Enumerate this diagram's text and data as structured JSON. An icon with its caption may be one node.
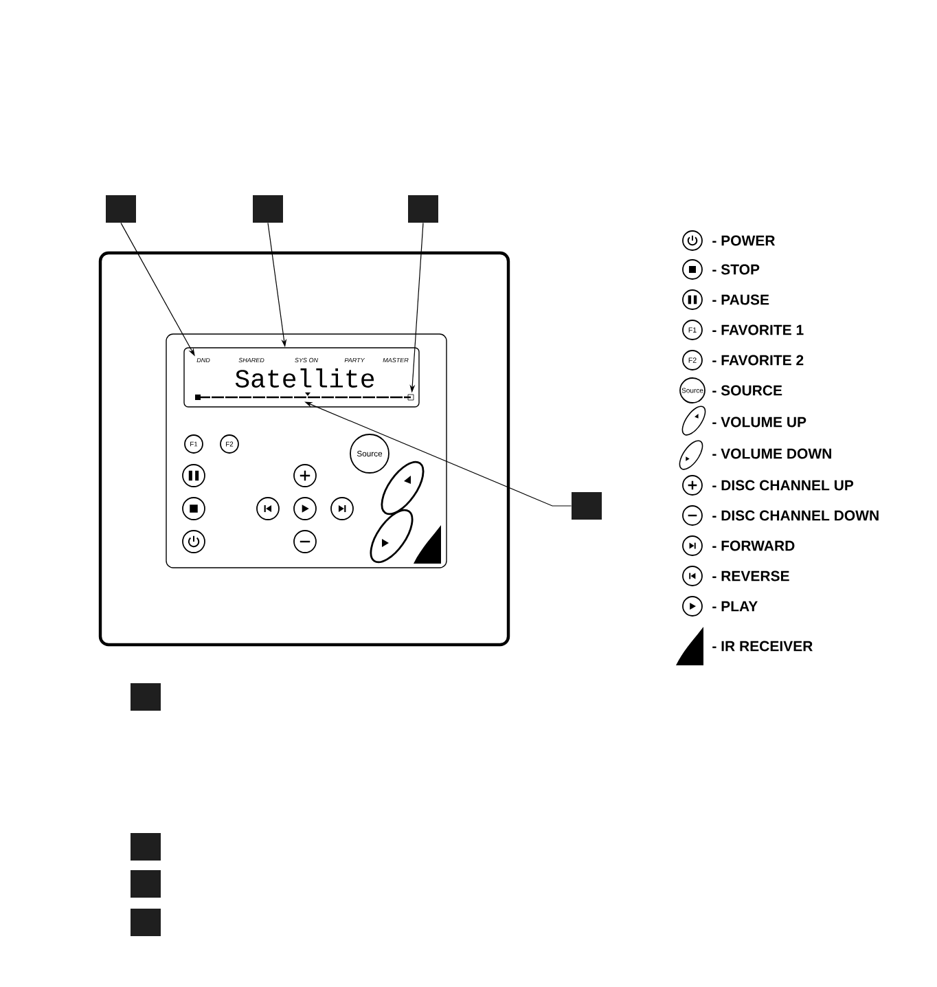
{
  "diagram": {
    "nodes": [
      {
        "text": [],
        "shape": "box"
      },
      {
        "text": [],
        "shape": "box"
      },
      {
        "text": [],
        "shape": "box"
      },
      {
        "text": [],
        "shape": "box"
      },
      {
        "text": [],
        "shape": "box"
      },
      {
        "text": [
          "DND"
        ],
        "in": 4
      },
      {
        "text": [],
        "shape": "bar",
        "in": 4
      },
      {
        "text": [],
        "shape": "box"
      },
      {
        "text": [],
        "shape": "box"
      },
      {
        "text": [],
        "shape": "box"
      },
      {
        "text": [],
        "shape": "box"
      }
    ],
    "edges": [
      {
        "from": 0,
        "to": 5,
        "arrow": "to"
      },
      {
        "from": 1,
        "to": 4,
        "arrow": "to"
      },
      {
        "from": 2,
        "to": 6,
        "arrow": "to"
      },
      {
        "from": 3,
        "to": 6,
        "arrow": "to"
      }
    ],
    "labels": [
      "SHARED",
      "SYS ON",
      "PARTY",
      "MASTER",
      "Satellite",
      "F1",
      "F2",
      "Source",
      "F1",
      "F2",
      "Source"
    ],
    "legend": [
      {
        "text": "- POWER"
      },
      {
        "text": "- STOP"
      },
      {
        "text": "- PAUSE"
      },
      {
        "text": "- FAVORITE 1"
      },
      {
        "text": "- FAVORITE 2"
      },
      {
        "text": "- SOURCE"
      },
      {
        "text": "- VOLUME UP"
      },
      {
        "text": "- VOLUME DOWN"
      },
      {
        "text": "- DISC CHANNEL UP"
      },
      {
        "text": "- DISC CHANNEL DOWN"
      },
      {
        "text": "- FORWARD"
      },
      {
        "text": "- REVERSE"
      },
      {
        "text": "- PLAY"
      },
      {
        "text": "- IR RECEIVER"
      }
    ]
  }
}
